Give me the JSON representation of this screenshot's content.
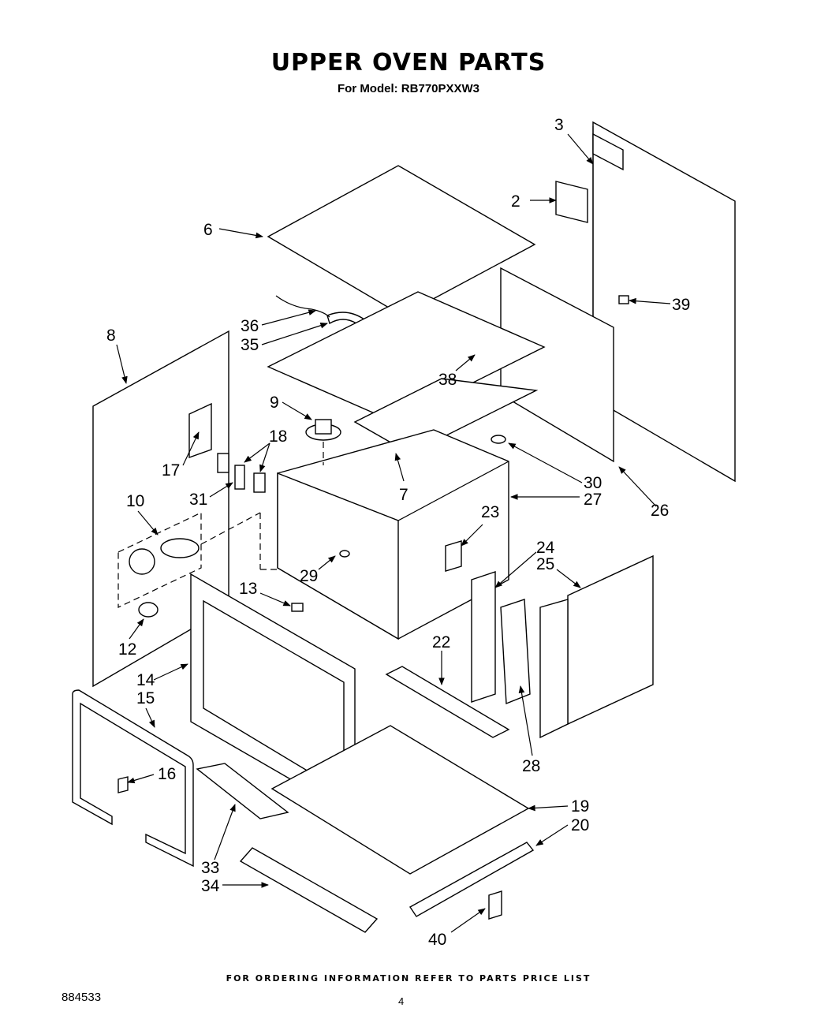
{
  "header": {
    "title": "UPPER OVEN PARTS",
    "subtitle": "For Model: RB770PXXW3"
  },
  "footer": {
    "ordering_note": "FOR ORDERING INFORMATION REFER TO PARTS PRICE LIST",
    "document_number": "884533",
    "page_number": "4"
  },
  "callouts": {
    "c2": "2",
    "c3": "3",
    "c6": "6",
    "c7": "7",
    "c8": "8",
    "c9": "9",
    "c10": "10",
    "c12": "12",
    "c13": "13",
    "c14": "14",
    "c15": "15",
    "c16": "16",
    "c17": "17",
    "c18": "18",
    "c19": "19",
    "c20": "20",
    "c22": "22",
    "c23": "23",
    "c24": "24",
    "c25": "25",
    "c26": "26",
    "c27": "27",
    "c28": "28",
    "c29": "29",
    "c30": "30",
    "c31": "31",
    "c33": "33",
    "c34": "34",
    "c35": "35",
    "c36": "36",
    "c38": "38",
    "c39": "39",
    "c40": "40"
  }
}
